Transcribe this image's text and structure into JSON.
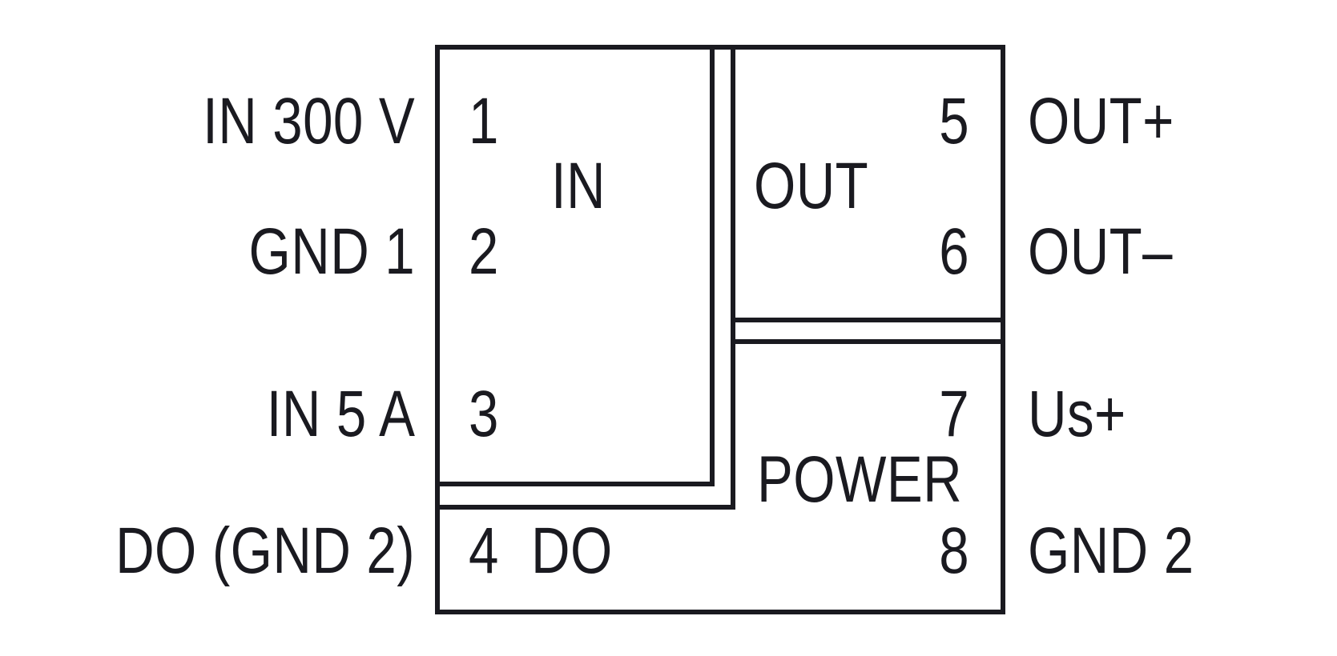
{
  "diagram": {
    "title": "terminal-connection-diagram",
    "colors": {
      "line": "#1a1a20",
      "background": "#ffffff"
    },
    "blocks": {
      "in": {
        "caption": "IN"
      },
      "out": {
        "caption": "OUT"
      },
      "power": {
        "caption": "POWER"
      },
      "do": {
        "caption": "DO"
      }
    },
    "pins": [
      {
        "number": "1",
        "side": "left",
        "label": "IN 300 V"
      },
      {
        "number": "2",
        "side": "left",
        "label": "GND 1"
      },
      {
        "number": "3",
        "side": "left",
        "label": "IN 5 A"
      },
      {
        "number": "4",
        "side": "left",
        "label": "DO (GND 2)"
      },
      {
        "number": "5",
        "side": "right",
        "label": "OUT+"
      },
      {
        "number": "6",
        "side": "right",
        "label": "OUT–"
      },
      {
        "number": "7",
        "side": "right",
        "label": "Us+"
      },
      {
        "number": "8",
        "side": "right",
        "label": "GND 2"
      }
    ]
  }
}
